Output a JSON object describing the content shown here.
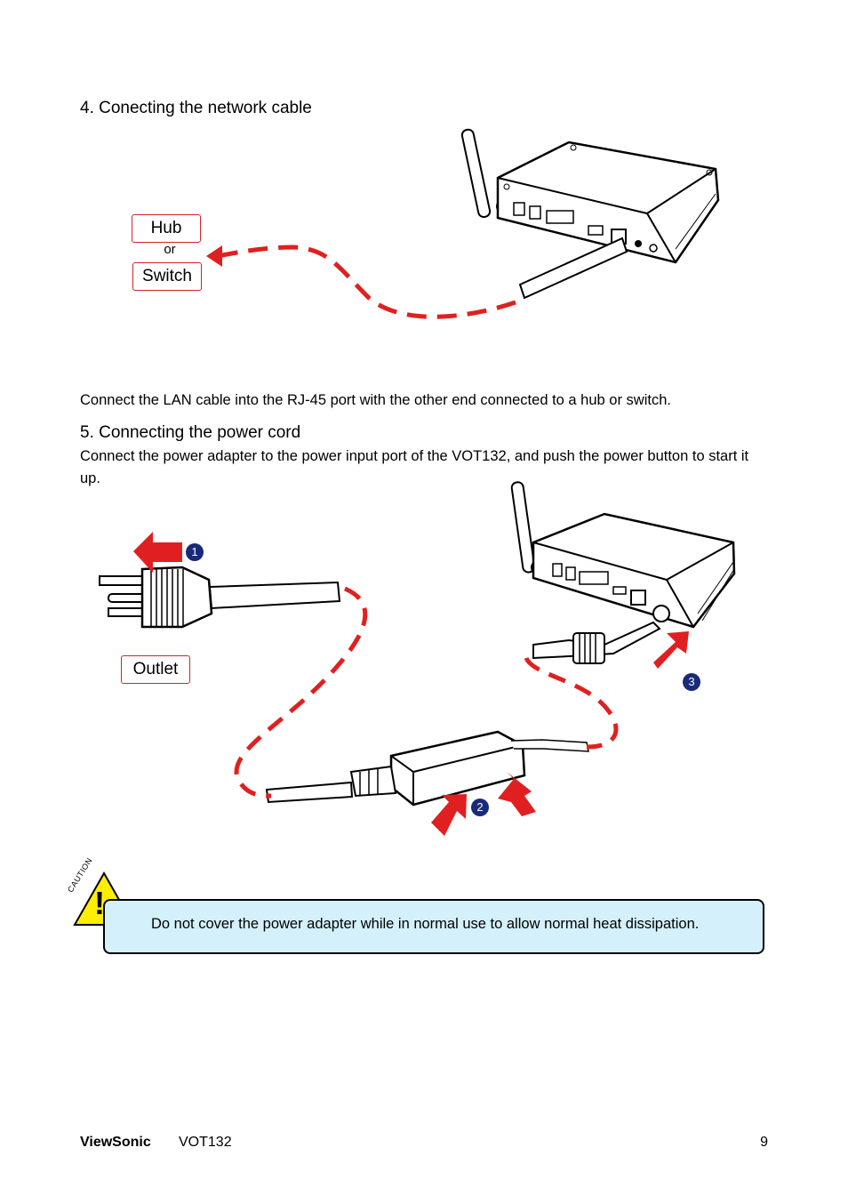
{
  "section4": {
    "heading": "4.  Conecting the network cable",
    "hub_label": "Hub",
    "or_label": "or",
    "switch_label": "Switch",
    "description": "Connect the LAN cable into the RJ-45 port with the other end connected to a hub or switch."
  },
  "section5": {
    "heading": "5.  Connecting the power cord",
    "description": "Connect the power adapter to the power input port of the VOT132, and push the power button to start it up.",
    "outlet_label": "Outlet",
    "step1": "1",
    "step2": "2",
    "step3": "3"
  },
  "caution": {
    "tag": "CAUTION",
    "mark": "!",
    "text": "Do not cover the power adapter while in normal use to allow normal heat dissipation."
  },
  "footer": {
    "brand": "ViewSonic",
    "model": "VOT132",
    "page": "9"
  },
  "colors": {
    "accent_red": "#e02020",
    "badge_navy": "#1a2a7a",
    "caution_bg": "#d4f1fb",
    "caution_yellow": "#ffee00"
  }
}
